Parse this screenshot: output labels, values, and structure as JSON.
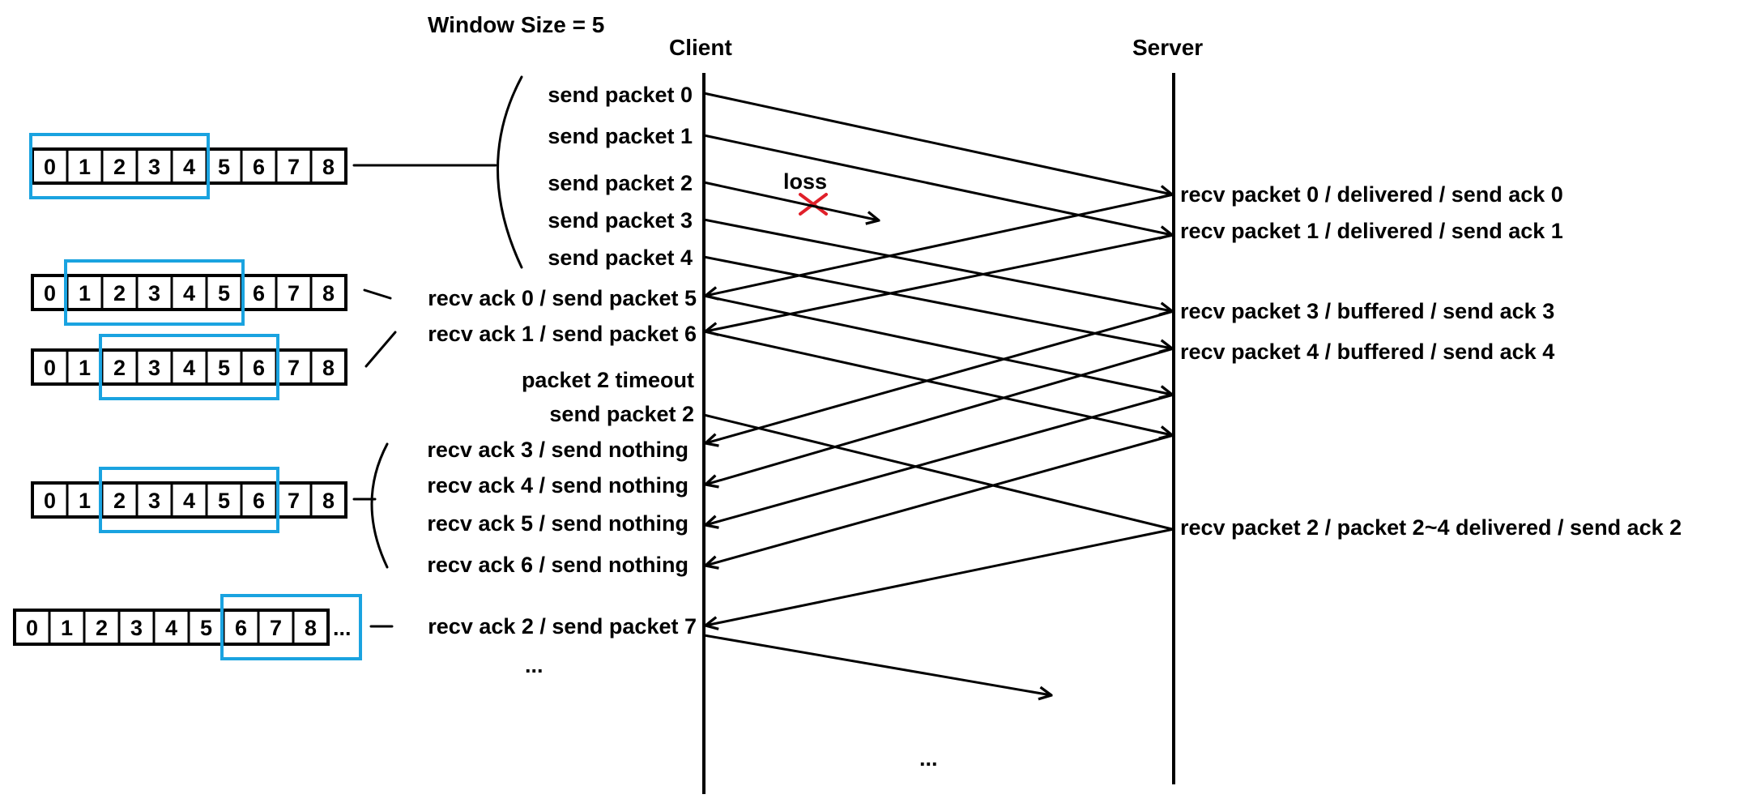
{
  "title": "Window Size = 5",
  "client_label": "Client",
  "server_label": "Server",
  "loss_label": "loss",
  "client_events": [
    "send packet 0",
    "send packet 1",
    "send packet 2",
    "send packet 3",
    "send packet 4",
    "recv ack 0 / send packet 5",
    "recv ack 1 / send packet 6",
    "packet 2 timeout",
    "send packet 2",
    "recv ack 3 / send nothing",
    "recv ack 4 / send nothing",
    "recv ack 5 / send nothing",
    "recv ack 6 / send nothing",
    "recv ack 2 / send packet 7",
    "..."
  ],
  "server_events": [
    "recv packet 0 / delivered / send ack 0",
    "recv packet 1 / delivered / send ack 1",
    "recv packet 3 / buffered / send ack 3",
    "recv packet 4 / buffered / send ack 4",
    "recv packet 2 / packet 2~4 delivered / send ack 2"
  ],
  "bottom_ellipsis": "...",
  "windows": [
    {
      "cells": [
        "0",
        "1",
        "2",
        "3",
        "4",
        "5",
        "6",
        "7",
        "8"
      ],
      "window_start": 0,
      "window_size": 5,
      "more": ""
    },
    {
      "cells": [
        "0",
        "1",
        "2",
        "3",
        "4",
        "5",
        "6",
        "7",
        "8"
      ],
      "window_start": 1,
      "window_size": 5,
      "more": ""
    },
    {
      "cells": [
        "0",
        "1",
        "2",
        "3",
        "4",
        "5",
        "6",
        "7",
        "8"
      ],
      "window_start": 2,
      "window_size": 5,
      "more": ""
    },
    {
      "cells": [
        "0",
        "1",
        "2",
        "3",
        "4",
        "5",
        "6",
        "7",
        "8"
      ],
      "window_start": 2,
      "window_size": 5,
      "more": ""
    },
    {
      "cells": [
        "0",
        "1",
        "2",
        "3",
        "4",
        "5",
        "6",
        "7",
        "8"
      ],
      "window_start": 6,
      "window_size": 3,
      "more": "..."
    }
  ],
  "colors": {
    "line": "#000000",
    "window_highlight": "#1aa3e0",
    "loss_mark": "#e0202a"
  }
}
